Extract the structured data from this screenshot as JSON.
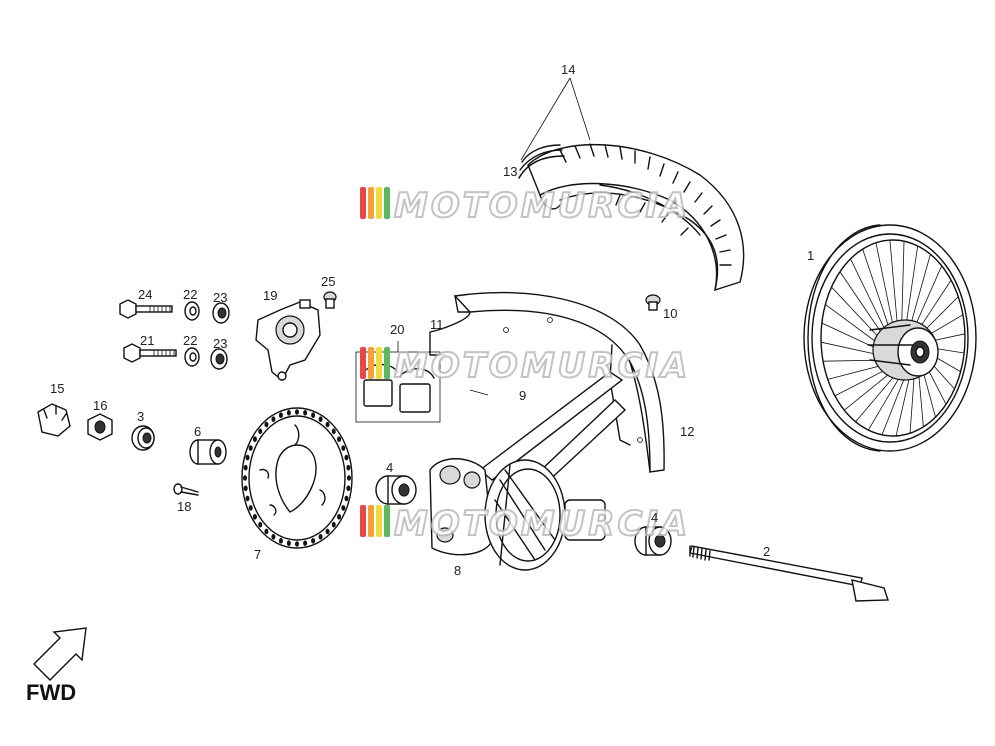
{
  "callouts": {
    "c1": "1",
    "c2": "2",
    "c3": "3",
    "c4a": "4",
    "c4b": "4",
    "c6": "6",
    "c7": "7",
    "c8": "8",
    "c9": "9",
    "c10": "10",
    "c11": "11",
    "c12": "12",
    "c13": "13",
    "c14": "14",
    "c15": "15",
    "c16": "16",
    "c18": "18",
    "c19": "19",
    "c20": "20",
    "c21": "21",
    "c22a": "22",
    "c22b": "22",
    "c23a": "23",
    "c23b": "23",
    "c24": "24",
    "c25": "25"
  },
  "direction_label": "FWD",
  "watermark": {
    "text": "MOTOMURCIA",
    "stripe_colors": [
      "#e8474a",
      "#f3a23a",
      "#f1dc3b",
      "#5cb85c"
    ]
  },
  "icons": {
    "direction": "arrow-up-right-icon"
  }
}
